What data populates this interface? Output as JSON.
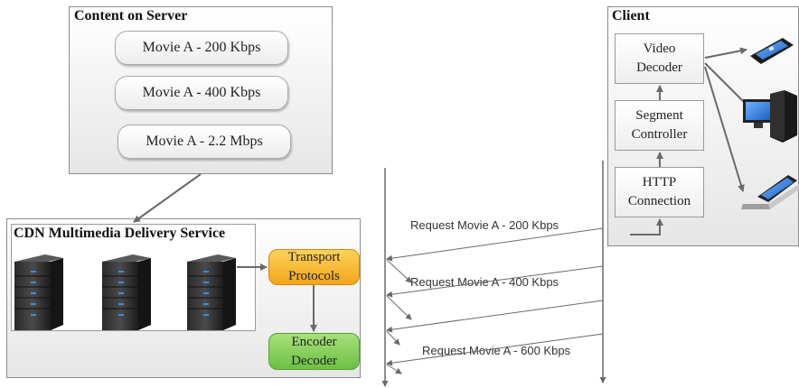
{
  "server": {
    "title": "Content on Server",
    "items": [
      "Movie A - 200 Kbps",
      "Movie A - 400 Kbps",
      "Movie A - 2.2 Mbps"
    ]
  },
  "cdn": {
    "title": "CDN Multimedia Delivery Service",
    "transport": [
      "Transport",
      "Protocols"
    ],
    "codec": [
      "Encoder",
      "Decoder"
    ]
  },
  "client": {
    "title": "Client",
    "video_decoder": [
      "Video",
      "Decoder"
    ],
    "segment_controller": [
      "Segment",
      "Controller"
    ],
    "http_connection": [
      "HTTP",
      "Connection"
    ],
    "devices": [
      "tablet-icon",
      "desktop-icon",
      "laptop-icon"
    ]
  },
  "requests": [
    "Request Movie A - 200 Kbps",
    "Request Movie A - 400 Kbps",
    "Request Movie A - 600 Kbps"
  ],
  "colors": {
    "transport": "#f5b22e",
    "codec": "#7cc850",
    "arrow": "#6a6a6a"
  }
}
